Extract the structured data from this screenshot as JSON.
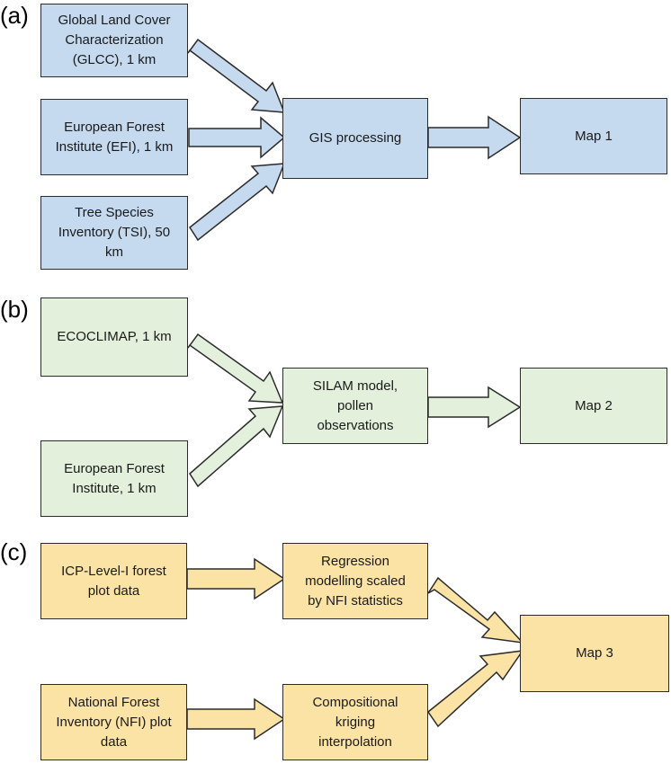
{
  "panels": {
    "a": {
      "label": "(a)",
      "inputs": [
        "Global Land Cover\nCharacterization\n(GLCC), 1 km",
        "European Forest\nInstitute (EFI), 1 km",
        "Tree Species\nInventory (TSI), 50\nkm"
      ],
      "process": "GIS processing",
      "output": "Map 1"
    },
    "b": {
      "label": "(b)",
      "inputs": [
        "ECOCLIMAP, 1 km",
        "European Forest\nInstitute, 1 km"
      ],
      "process": "SILAM model,\npollen\nobservations",
      "output": "Map 2"
    },
    "c": {
      "label": "(c)",
      "inputs": [
        "ICP-Level-I forest\nplot data",
        "National Forest\nInventory (NFI) plot\ndata"
      ],
      "processes": [
        "Regression\nmodelling scaled\nby NFI statistics",
        "Compositional\nkriging\ninterpolation"
      ],
      "output": "Map 3"
    }
  },
  "colors": {
    "blue": "#c5d9ef",
    "green": "#e3f0dc",
    "yellow": "#fbe3a5",
    "outline": "#2b2b2b"
  }
}
